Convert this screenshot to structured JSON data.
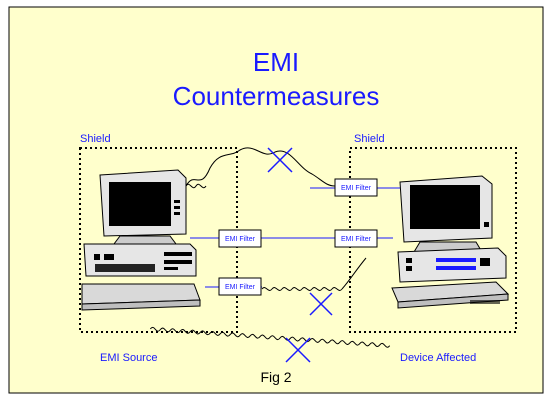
{
  "title_line1": "EMI",
  "title_line2": "Countermeasures",
  "shield_left_label": "Shield",
  "shield_right_label": "Shield",
  "filter_label": "EMI Filter",
  "source_label": "EMI Source",
  "affected_label": "Device Affected",
  "caption": "Fig 2",
  "colors": {
    "background": "#ffffcc",
    "border": "#000000",
    "blue": "#1a1aff",
    "computer_body": "#e6e6e6",
    "screen": "#000000"
  }
}
